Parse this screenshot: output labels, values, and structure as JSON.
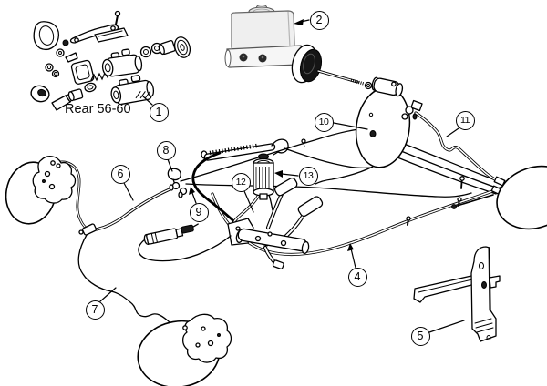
{
  "diagram": {
    "rear_label": "Rear 56-60",
    "callouts": [
      {
        "label": "1"
      },
      {
        "label": "2"
      },
      {
        "label": "4"
      },
      {
        "label": "5"
      },
      {
        "label": "6"
      },
      {
        "label": "7"
      },
      {
        "label": "8"
      },
      {
        "label": "9"
      },
      {
        "label": "10"
      },
      {
        "label": "11"
      },
      {
        "label": "12"
      },
      {
        "label": "13"
      }
    ],
    "colors": {
      "line": "#000000",
      "background": "#ffffff",
      "reservoir_fill": "#efefef",
      "boot_fill": "#151515"
    }
  }
}
